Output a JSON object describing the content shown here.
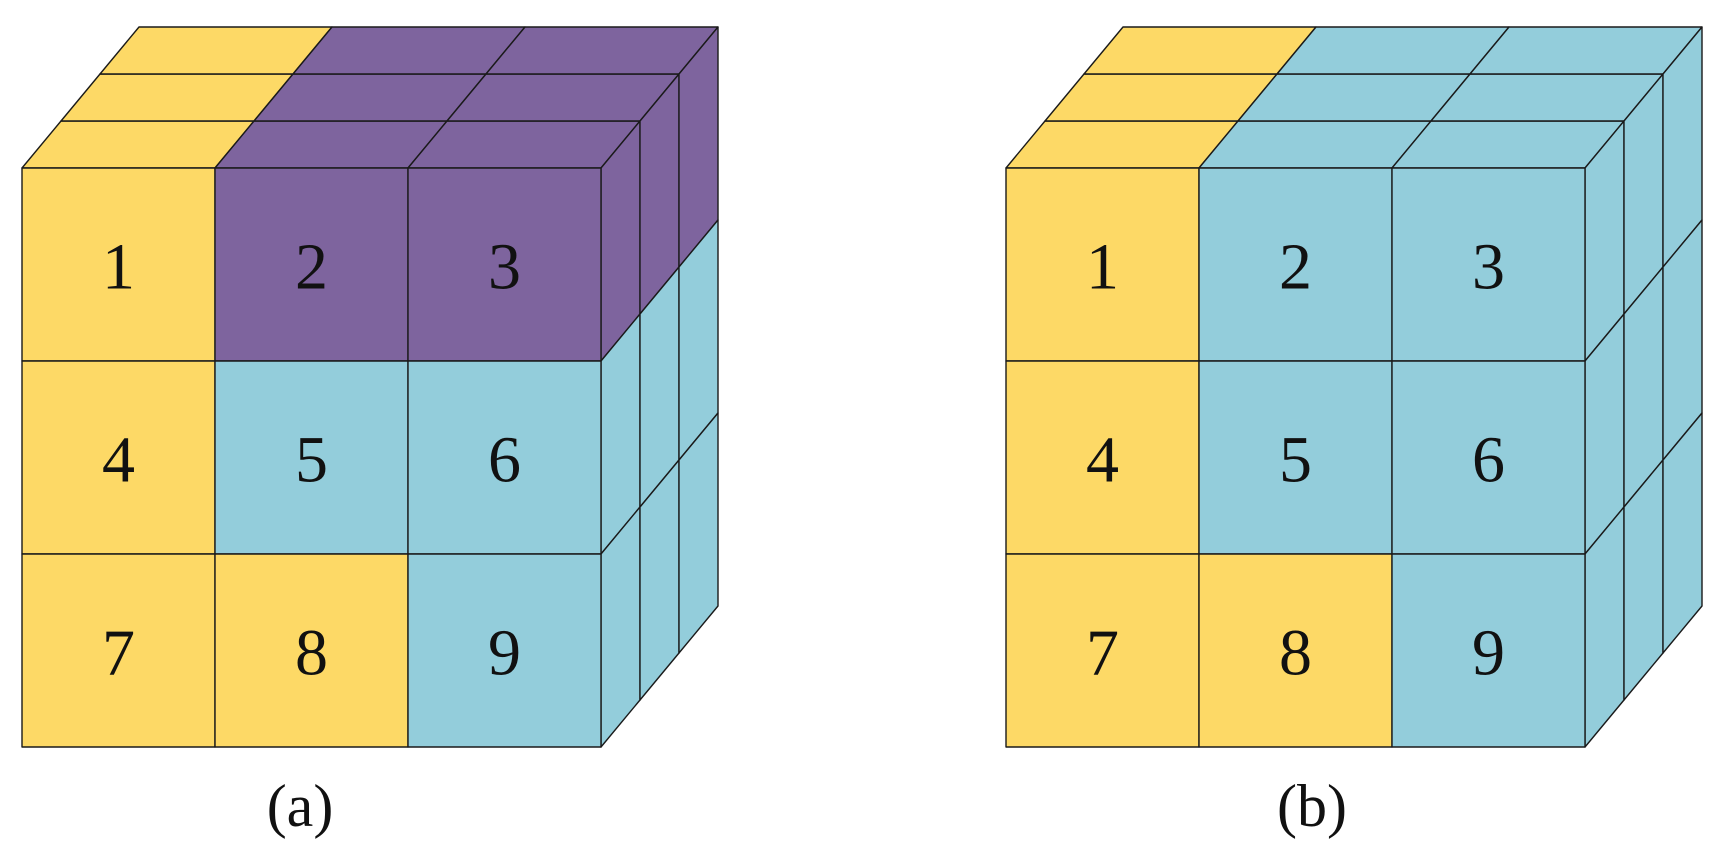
{
  "colors": {
    "yellow": "#FDD966",
    "purple": "#7E649E",
    "blue": "#93CDDB",
    "edge": "#1a1a1a"
  },
  "panels": [
    {
      "caption": "(a)",
      "front": [
        {
          "label": "1",
          "color": "yellow"
        },
        {
          "label": "2",
          "color": "purple"
        },
        {
          "label": "3",
          "color": "purple"
        },
        {
          "label": "4",
          "color": "yellow"
        },
        {
          "label": "5",
          "color": "blue"
        },
        {
          "label": "6",
          "color": "blue"
        },
        {
          "label": "7",
          "color": "yellow"
        },
        {
          "label": "8",
          "color": "yellow"
        },
        {
          "label": "9",
          "color": "blue"
        }
      ],
      "top": [
        [
          "yellow",
          "purple",
          "purple"
        ],
        [
          "yellow",
          "purple",
          "purple"
        ],
        [
          "yellow",
          "purple",
          "purple"
        ]
      ],
      "side": [
        [
          "purple",
          "purple",
          "purple"
        ],
        [
          "blue",
          "blue",
          "blue"
        ],
        [
          "blue",
          "blue",
          "blue"
        ]
      ]
    },
    {
      "caption": "(b)",
      "front": [
        {
          "label": "1",
          "color": "yellow"
        },
        {
          "label": "2",
          "color": "blue"
        },
        {
          "label": "3",
          "color": "blue"
        },
        {
          "label": "4",
          "color": "yellow"
        },
        {
          "label": "5",
          "color": "blue"
        },
        {
          "label": "6",
          "color": "blue"
        },
        {
          "label": "7",
          "color": "yellow"
        },
        {
          "label": "8",
          "color": "yellow"
        },
        {
          "label": "9",
          "color": "blue"
        }
      ],
      "top": [
        [
          "yellow",
          "blue",
          "blue"
        ],
        [
          "yellow",
          "blue",
          "blue"
        ],
        [
          "yellow",
          "blue",
          "blue"
        ]
      ],
      "side": [
        [
          "blue",
          "blue",
          "blue"
        ],
        [
          "blue",
          "blue",
          "blue"
        ],
        [
          "blue",
          "blue",
          "blue"
        ]
      ]
    }
  ]
}
